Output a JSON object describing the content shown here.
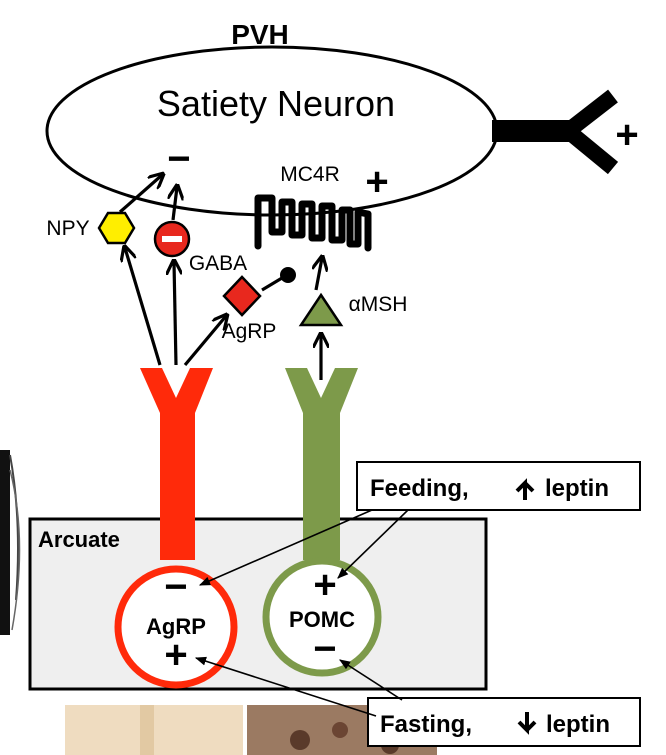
{
  "title": "PVH",
  "neuron": {
    "label": "Satiety Neuron",
    "output_sign": "+"
  },
  "signals": {
    "npy": "NPY",
    "gaba": "GABA",
    "agrp": "AgRP",
    "amsh": "αMSH",
    "mc4r": "MC4R",
    "mc4r_sign": "+",
    "inhibit_sign": "−"
  },
  "arcuate": {
    "label": "Arcuate",
    "agrp_cell": {
      "label": "AgRP",
      "top_sign": "−",
      "bottom_sign": "+"
    },
    "pomc_cell": {
      "label": "POMC",
      "top_sign": "+",
      "bottom_sign": "−"
    }
  },
  "boxes": {
    "feeding": {
      "prefix": "Feeding,",
      "suffix": "leptin",
      "arrow": "up"
    },
    "fasting": {
      "prefix": "Fasting,",
      "suffix": "leptin",
      "arrow": "down"
    }
  },
  "colors": {
    "agrp": "#ff2a0a",
    "pomc": "#7d9a4a",
    "npy": "#ffee00",
    "gaba": "#e8281e",
    "agrp_peptide": "#e8281e",
    "amsh": "#7d9a4a",
    "arcuate_bg": "#efefef"
  }
}
